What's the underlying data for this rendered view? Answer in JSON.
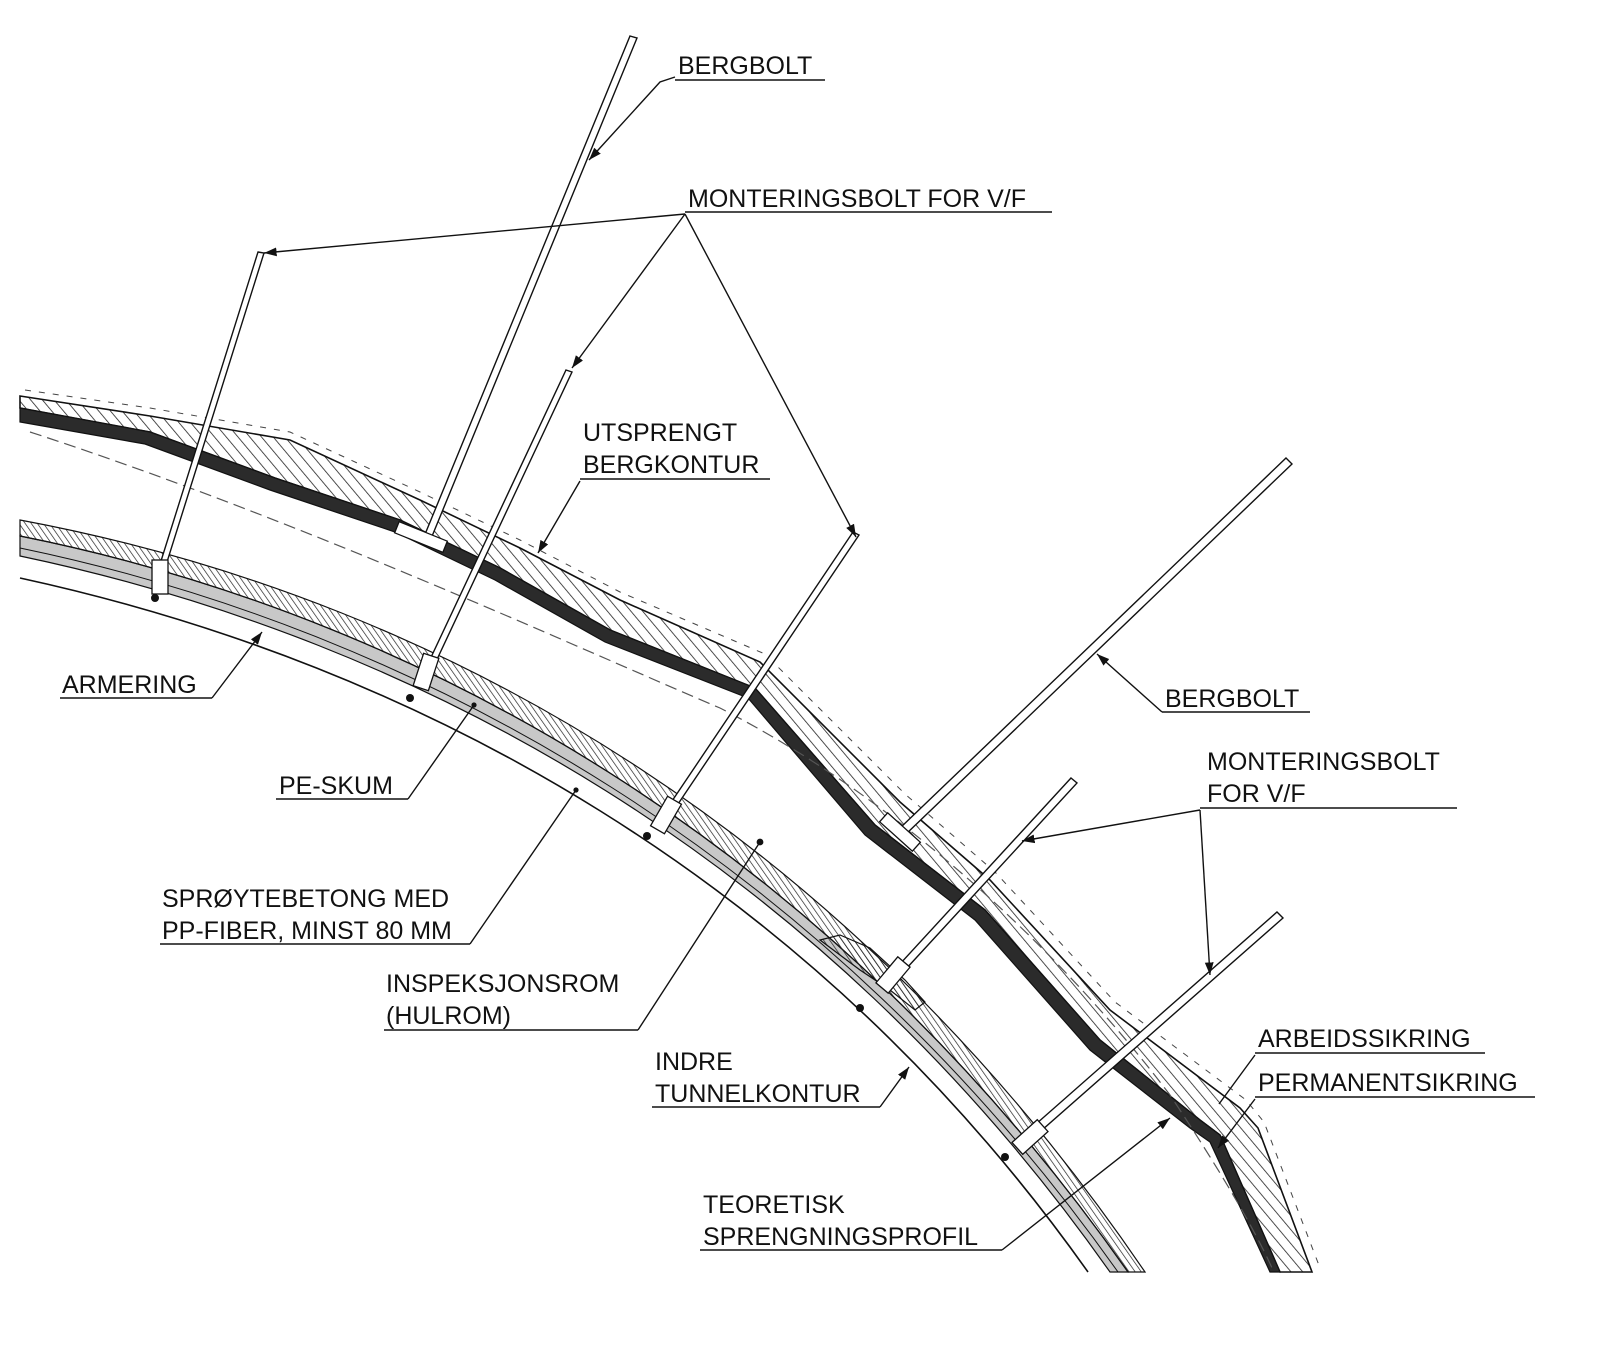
{
  "labels": {
    "bergbolt_top": "BERGBOLT",
    "monteringsbolt_top": "MONTERINGSBOLT FOR V/F",
    "utsprengt_1": "UTSPRENGT",
    "utsprengt_2": "BERGKONTUR",
    "armering": "ARMERING",
    "bergbolt_right": "BERGBOLT",
    "monteringsbolt_right_1": "MONTERINGSBOLT",
    "monteringsbolt_right_2": "FOR V/F",
    "pe_skum": "PE-SKUM",
    "sproytebetong_1": "SPRØYTEBETONG MED",
    "sproytebetong_2": "PP-FIBER, MINST 80 MM",
    "inspeksjonsrom_1": "INSPEKSJONSROM",
    "inspeksjonsrom_2": "(HULROM)",
    "indre_1": "INDRE",
    "indre_2": "TUNNELKONTUR",
    "arbeidssikring": "ARBEIDSSIKRING",
    "permanentsikring": "PERMANENTSIKRING",
    "teoretisk_1": "TEORETISK",
    "teoretisk_2": "SPRENGNINGSPROFIL"
  },
  "colors": {
    "line": "#111111",
    "lining_fill": "#c8c8c8",
    "hatch": "#222222"
  },
  "icons": [
    "arrowhead-icon",
    "dot-marker-icon"
  ]
}
